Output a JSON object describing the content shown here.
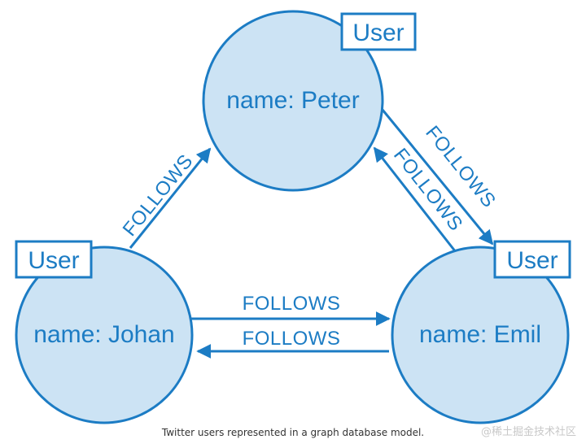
{
  "nodes": {
    "peter": {
      "name": "name: Peter",
      "label": "User"
    },
    "johan": {
      "name": "name: Johan",
      "label": "User"
    },
    "emil": {
      "name": "name: Emil",
      "label": "User"
    }
  },
  "edges": {
    "johan_to_peter": "FOLLOWS",
    "peter_to_emil": "FOLLOWS",
    "emil_to_peter": "FOLLOWS",
    "johan_to_emil": "FOLLOWS",
    "emil_to_johan": "FOLLOWS"
  },
  "caption": "Twitter users represented in a graph database model.",
  "watermark": "@稀土掘金技术社区",
  "colors": {
    "node_fill": "#cce3f4",
    "stroke": "#1c7cc4",
    "text": "#1c7cc4",
    "background": "#ffffff"
  }
}
